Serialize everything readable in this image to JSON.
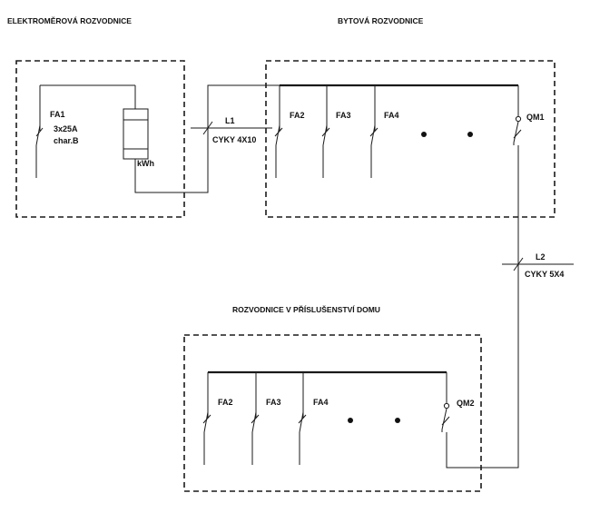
{
  "titles": {
    "meter_panel": "ELEKTROMĚROVÁ ROZVODNICE",
    "apartment_panel": "BYTOVÁ ROZVODNICE",
    "accessory_panel": "ROZVODNICE V PŘÍSLUŠENSTVÍ DOMU"
  },
  "meter_panel": {
    "breaker": "FA1",
    "rating": "3x25A",
    "characteristic": "char.B",
    "meter_unit": "kWh"
  },
  "cable_l1": {
    "name": "L1",
    "type": "CYKY 4X10"
  },
  "cable_l2": {
    "name": "L2",
    "type": "CYKY 5X4"
  },
  "apartment_panel": {
    "breakers": [
      "FA2",
      "FA3",
      "FA4"
    ],
    "main_switch": "QM1"
  },
  "accessory_panel": {
    "breakers": [
      "FA2",
      "FA3",
      "FA4"
    ],
    "main_switch": "QM2"
  }
}
